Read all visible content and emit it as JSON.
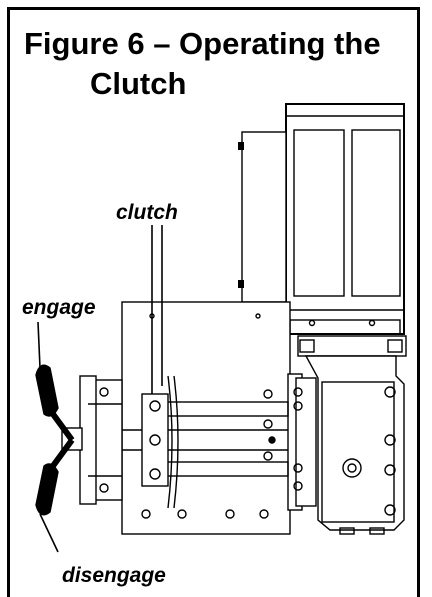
{
  "figure": {
    "title_line1": "Figure 6 – Operating the",
    "title_line2": "Clutch"
  },
  "labels": {
    "clutch": "clutch",
    "engage": "engage",
    "disengage": "disengage"
  },
  "colors": {
    "ink": "#000000",
    "background": "#ffffff"
  }
}
